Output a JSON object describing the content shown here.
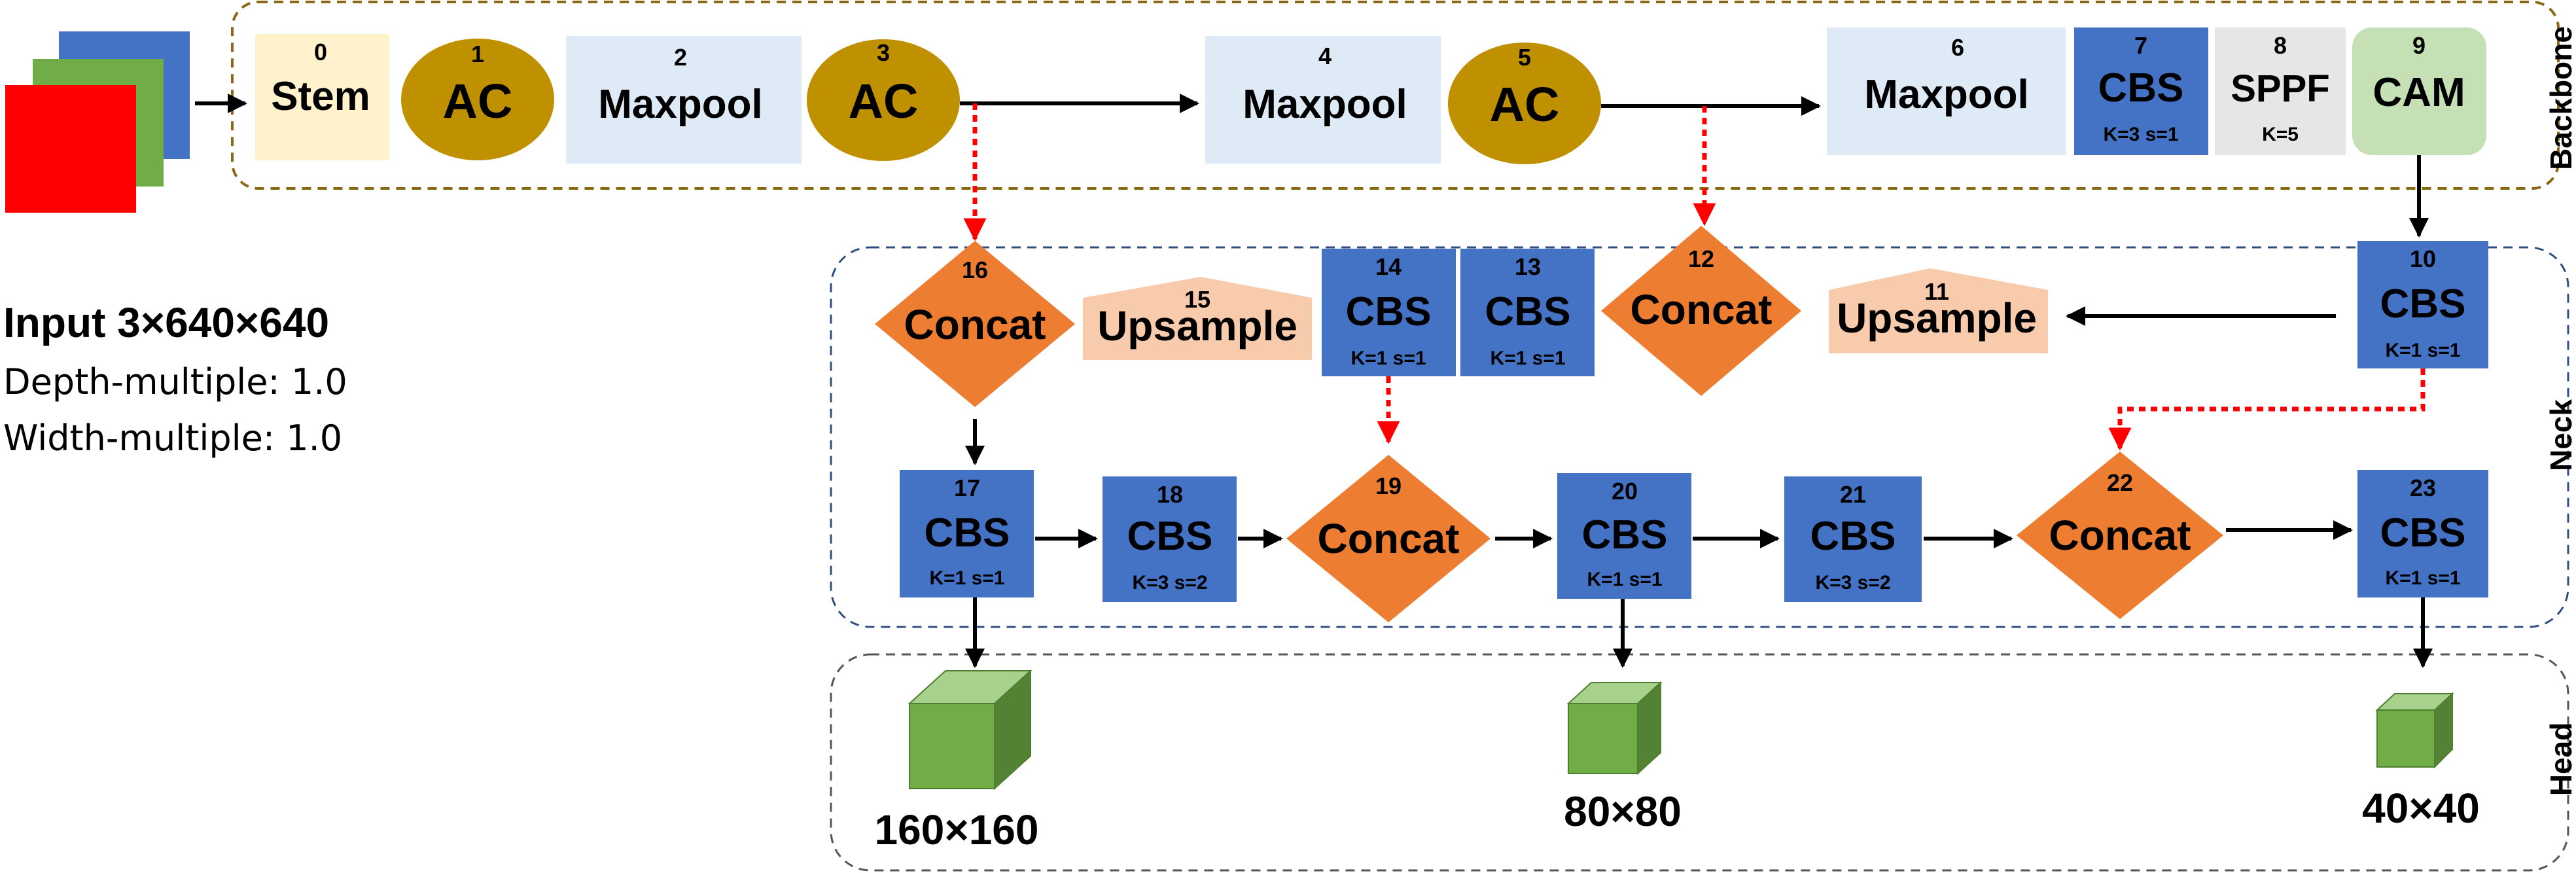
{
  "input": {
    "title": "Input 3×640×640",
    "depth": "Depth-multiple: 1.0",
    "width": "Width-multiple: 1.0"
  },
  "sections": {
    "backbone": "Backbone",
    "neck": "Neck",
    "head": "Head"
  },
  "nodes": {
    "n0": {
      "num": "0",
      "label": "Stem"
    },
    "n1": {
      "num": "1",
      "label": "AC"
    },
    "n2": {
      "num": "2",
      "label": "Maxpool"
    },
    "n3": {
      "num": "3",
      "label": "AC"
    },
    "n4": {
      "num": "4",
      "label": "Maxpool"
    },
    "n5": {
      "num": "5",
      "label": "AC"
    },
    "n6": {
      "num": "6",
      "label": "Maxpool"
    },
    "n7": {
      "num": "7",
      "label": "CBS",
      "sub": "K=3 s=1"
    },
    "n8": {
      "num": "8",
      "label": "SPPF",
      "sub": "K=5"
    },
    "n9": {
      "num": "9",
      "label": "CAM"
    },
    "n10": {
      "num": "10",
      "label": "CBS",
      "sub": "K=1 s=1"
    },
    "n11": {
      "num": "11",
      "label": "Upsample"
    },
    "n12": {
      "num": "12",
      "label": "Concat"
    },
    "n13": {
      "num": "13",
      "label": "CBS",
      "sub": "K=1 s=1"
    },
    "n14": {
      "num": "14",
      "label": "CBS",
      "sub": "K=1 s=1"
    },
    "n15": {
      "num": "15",
      "label": "Upsample"
    },
    "n16": {
      "num": "16",
      "label": "Concat"
    },
    "n17": {
      "num": "17",
      "label": "CBS",
      "sub": "K=1 s=1"
    },
    "n18": {
      "num": "18",
      "label": "CBS",
      "sub": "K=3 s=2"
    },
    "n19": {
      "num": "19",
      "label": "Concat"
    },
    "n20": {
      "num": "20",
      "label": "CBS",
      "sub": "K=1 s=1"
    },
    "n21": {
      "num": "21",
      "label": "CBS",
      "sub": "K=3 s=2"
    },
    "n22": {
      "num": "22",
      "label": "Concat"
    },
    "n23": {
      "num": "23",
      "label": "CBS",
      "sub": "K=1 s=1"
    }
  },
  "heads": {
    "h1": "160×160",
    "h2": "80×80",
    "h3": "40×40"
  },
  "colors": {
    "stem": "#FFF2CC",
    "ac": "#BF9000",
    "maxpool": "#DEEBF7",
    "cbs": "#4472C4",
    "sppf": "#E7E6E6",
    "cam": "#C5E0B4",
    "concat": "#ED7D31",
    "upsample": "#F8CBAD",
    "cube": "#70AD47",
    "red_dash": "#FF0000"
  }
}
